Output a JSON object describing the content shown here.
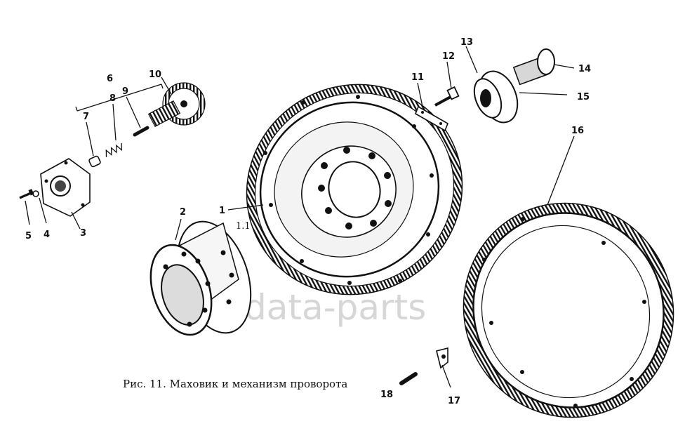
{
  "caption": "Рис. 11. Маховик и механизм проворота",
  "watermark": "data-parts",
  "callouts": {
    "c1": "1",
    "c1_1": "1.1",
    "c2": "2",
    "c3": "3",
    "c4": "4",
    "c5": "5",
    "c6": "6",
    "c7": "7",
    "c8": "8",
    "c9": "9",
    "c10": "10",
    "c11": "11",
    "c12": "12",
    "c13": "13",
    "c14": "14",
    "c15": "15",
    "c16": "16",
    "c17": "17",
    "c18": "18"
  }
}
